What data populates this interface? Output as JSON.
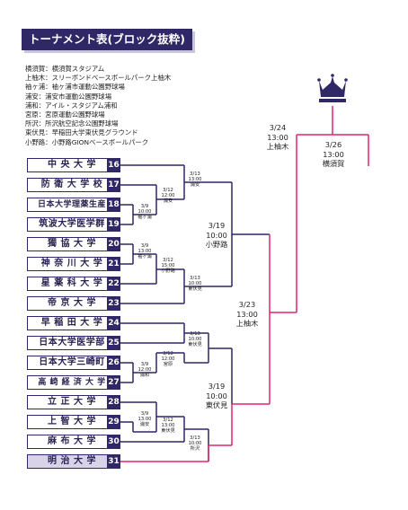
{
  "title": "トーナメント表(ブロック抜粋)",
  "venues": [
    "横須賀：横須賀スタジアム",
    "上柚木：スリーボンドベースボールパーク上柚木",
    "袖ヶ浦：袖ヶ浦市運動公園野球場",
    "浦安：浦安市運動公園野球場",
    "浦和：アイル・スタジアム浦和",
    "宮原：宮原運動公園野球場",
    "所沢：所沢航空記念公園野球場",
    "東伏見：早稲田大学東伏見グラウンド",
    "小野路：小野路GIONベースボールパーク"
  ],
  "teams": [
    {
      "name": "中 央 大 学",
      "num": "16"
    },
    {
      "name": "防 衛 大 学 校",
      "num": "17"
    },
    {
      "name": "日本大学理薬生産",
      "num": "18"
    },
    {
      "name": "筑波大学医学群",
      "num": "19"
    },
    {
      "name": "獨 協 大 学",
      "num": "20"
    },
    {
      "name": "神 奈 川 大 学",
      "num": "21"
    },
    {
      "name": "星 薬 科 大 学",
      "num": "22"
    },
    {
      "name": "帝 京 大 学",
      "num": "23"
    },
    {
      "name": "早 稲 田 大 学",
      "num": "24"
    },
    {
      "name": "日本大学医学部",
      "num": "25"
    },
    {
      "name": "日本大学三崎町",
      "num": "26"
    },
    {
      "name": "高 崎 経 済 大 学",
      "num": "27"
    },
    {
      "name": "立 正 大 学",
      "num": "28"
    },
    {
      "name": "上 智 大 学",
      "num": "29"
    },
    {
      "name": "麻 布 大 学",
      "num": "30"
    },
    {
      "name": "明 治 大 学",
      "num": "31"
    }
  ],
  "games": {
    "g1": {
      "l1": "3/9",
      "l2": "10:00",
      "l3": "袖ヶ浦"
    },
    "g2": {
      "l1": "3/12",
      "l2": "12:00",
      "l3": "浦安"
    },
    "g3": {
      "l1": "3/13",
      "l2": "13:00",
      "l3": "浦安"
    },
    "g4": {
      "l1": "3/9",
      "l2": "13:00",
      "l3": "袖ヶ浦"
    },
    "g5": {
      "l1": "3/12",
      "l2": "15:00",
      "l3": "小野路"
    },
    "g6": {
      "l1": "3/13",
      "l2": "10:00",
      "l3": "東伏見"
    },
    "g7": {
      "l1": "3/13",
      "l2": "10:00",
      "l3": "東伏見"
    },
    "g8": {
      "l1": "3/9",
      "l2": "12:00",
      "l3": "浦和"
    },
    "g9": {
      "l1": "3/12",
      "l2": "12:00",
      "l3": "宮原"
    },
    "g10": {
      "l1": "3/9",
      "l2": "13:00",
      "l3": "浦安"
    },
    "g11": {
      "l1": "3/12",
      "l2": "13:00",
      "l3": "東伏見"
    },
    "g12": {
      "l1": "3/13",
      "l2": "10:00",
      "l3": "所沢"
    },
    "r1": {
      "l1": "3/19",
      "l2": "10:00",
      "l3": "小野路"
    },
    "r2": {
      "l1": "3/19",
      "l2": "10:00",
      "l3": "東伏見"
    },
    "sf": {
      "l1": "3/23",
      "l2": "13:00",
      "l3": "上柚木"
    },
    "f1": {
      "l1": "3/24",
      "l2": "13:00",
      "l3": "上柚木"
    },
    "final": {
      "l1": "3/26",
      "l2": "13:00",
      "l3": "横須賀"
    }
  },
  "colors": {
    "navy": "#2f2766",
    "pink": "#e0246e",
    "highlight": "#d9d3ea"
  }
}
